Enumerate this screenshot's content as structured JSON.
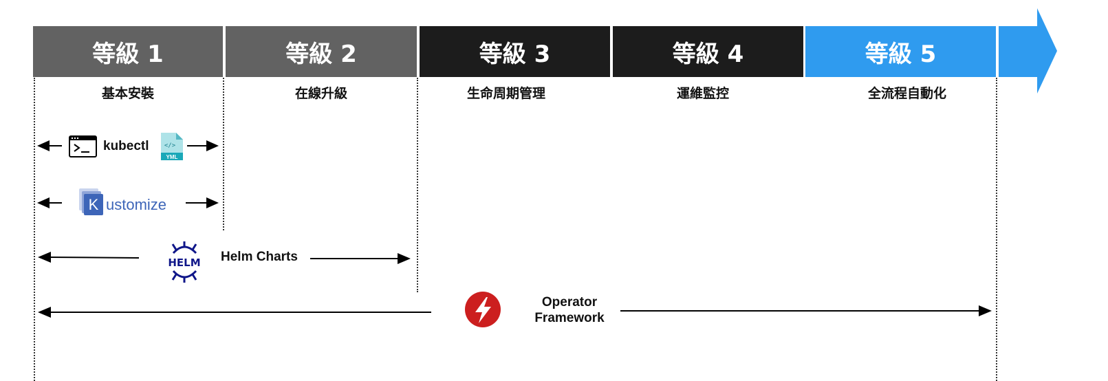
{
  "levels": [
    {
      "label": "等級 1",
      "color": "#626262"
    },
    {
      "label": "等級 2",
      "color": "#626262"
    },
    {
      "label": "等級 3",
      "color": "#1c1c1c"
    },
    {
      "label": "等級 4",
      "color": "#1c1c1c"
    },
    {
      "label": "等級 5",
      "color": "#2f9bef"
    }
  ],
  "captions": [
    "基本安裝",
    "在線升級",
    "生命周期管理",
    "運維監控",
    "全流程自動化"
  ],
  "tools": {
    "kubectl": {
      "label": "kubectl",
      "icons": [
        "terminal-icon",
        "yaml-file-icon"
      ],
      "yaml_badge": "YML",
      "code_glyph": "</>"
    },
    "kustomize": {
      "logo_letter": "K",
      "label": "ustomize",
      "color": "#3d65b8"
    },
    "helm": {
      "logo_text": "HELM",
      "label": "Helm Charts",
      "color": "#0f1689"
    },
    "operator": {
      "label_line1": "Operator",
      "label_line2": "Framework",
      "color": "#cc1f1f"
    }
  },
  "arrow_color": "#2f9bef"
}
